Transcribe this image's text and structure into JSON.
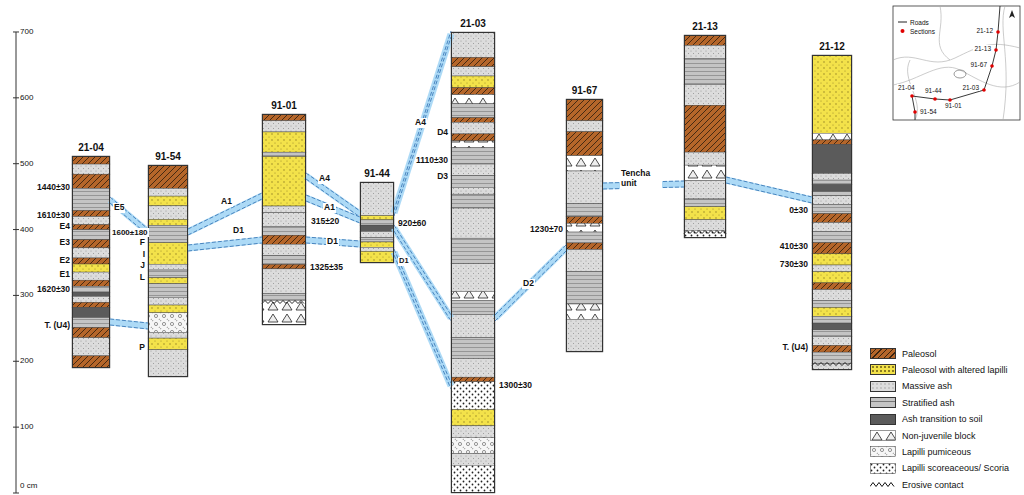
{
  "diagram": {
    "nodes": [
      {
        "text": [
          "21-04"
        ]
      },
      {
        "text": [
          "91-54"
        ]
      },
      {
        "text": [
          "91-01"
        ]
      },
      {
        "text": [
          "91-44"
        ]
      },
      {
        "text": [
          "21-03"
        ]
      },
      {
        "text": [
          "91-67"
        ]
      },
      {
        "text": [
          "21-13"
        ]
      },
      {
        "text": [
          "21-12"
        ]
      }
    ],
    "edges": [
      {
        "from": 0,
        "to": 1,
        "arrow": "none"
      },
      {
        "from": 0,
        "to": 1,
        "arrow": "none"
      },
      {
        "from": 1,
        "to": 2,
        "arrow": "none",
        "label": "A1"
      },
      {
        "from": 1,
        "to": 2,
        "arrow": "none",
        "label": "D1"
      },
      {
        "from": 2,
        "to": 3,
        "arrow": "none",
        "label": "A4"
      },
      {
        "from": 2,
        "to": 3,
        "arrow": "none",
        "label": "A1"
      },
      {
        "from": 2,
        "to": 3,
        "arrow": "none",
        "label": "D1"
      },
      {
        "from": 3,
        "to": 4,
        "arrow": "none",
        "label": "A4"
      },
      {
        "from": 3,
        "to": 4,
        "arrow": "none",
        "label": "D1"
      },
      {
        "from": 3,
        "to": 4,
        "arrow": "none"
      },
      {
        "from": 4,
        "to": 5,
        "arrow": "none",
        "label": "D2"
      },
      {
        "from": 5,
        "to": 6,
        "arrow": "none",
        "label": "Tencha unit"
      },
      {
        "from": 6,
        "to": 7,
        "arrow": "none"
      }
    ],
    "labels": [
      "700",
      "600",
      "500",
      "400",
      "300",
      "200",
      "100",
      "0 cm",
      "1440±30",
      "1610±30",
      "E4",
      "E3",
      "E2",
      "E1",
      "1620±30",
      "T. (U4)",
      "E5",
      "1600±180",
      "F",
      "I",
      "J",
      "L",
      "P",
      "315±20",
      "1325±35",
      "920±60",
      "D4",
      "1110±30",
      "D3",
      "1300±30",
      "1230±70",
      "0±30",
      "410±30",
      "730±30",
      "T. (U4)",
      "21-12",
      "21-13",
      "91-67",
      "21-03",
      "91-01",
      "91-44",
      "21-04",
      "91-54"
    ],
    "legend": [
      {
        "text": "Paleosol",
        "color": "#b5662a"
      },
      {
        "text": "Paleosol with altered lapilli",
        "color": "#f3e24a"
      },
      {
        "text": "Massive ash",
        "color": "#dcdcdc"
      },
      {
        "text": "Stratified ash",
        "color": "#c4c4c4"
      },
      {
        "text": "Ash transition to soil",
        "color": "#5b5b5b"
      },
      {
        "text": "Non-juvenile block"
      },
      {
        "text": "Lapilli pumiceous"
      },
      {
        "text": "Lapilli scoreaceous/ Scoria"
      },
      {
        "text": "Erosive contact"
      },
      {
        "text": "Roads"
      },
      {
        "text": "Sections"
      }
    ]
  }
}
